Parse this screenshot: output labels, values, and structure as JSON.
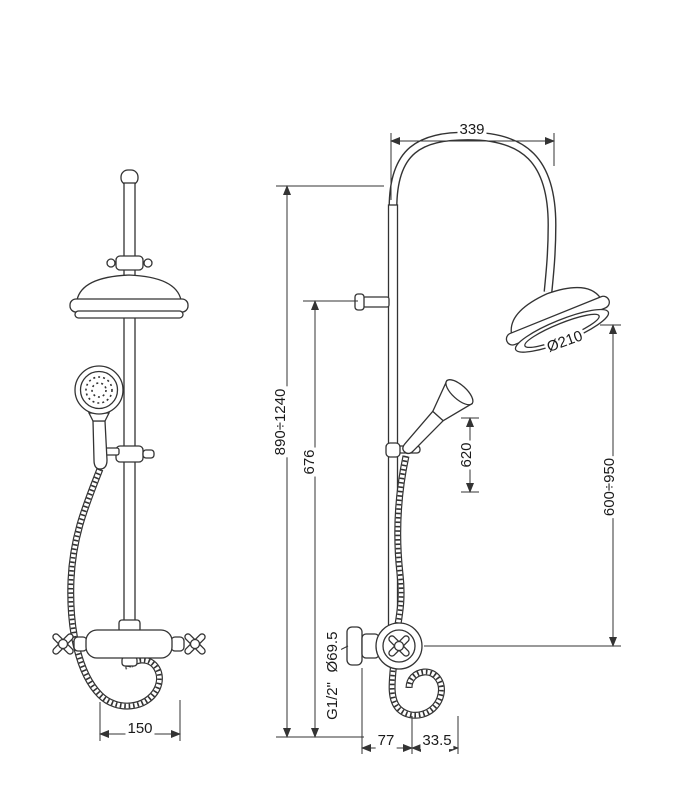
{
  "page": {
    "background": "#ffffff",
    "line_color": "#333333"
  },
  "drawing": {
    "labels": {
      "top_width": "339",
      "head_diameter": "Ø210",
      "overall_height": "890÷1240",
      "riser_height": "676",
      "hand_shower_travel": "620",
      "head_height_range": "600÷950",
      "rosette_diameter": "Ø69.5",
      "connection_thread": "G1/2\"",
      "hose_loop_width": "150",
      "wall_offset": "77",
      "hose_offset": "33.5"
    }
  }
}
